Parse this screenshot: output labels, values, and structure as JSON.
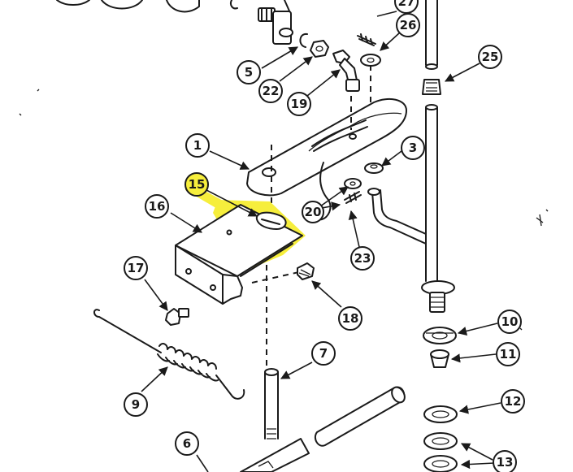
{
  "highlight_color": "#f6ee3c",
  "callouts": {
    "c27": "27",
    "c26": "26",
    "c25": "25",
    "c5": "5",
    "c22": "22",
    "c19": "19",
    "c1": "1",
    "c3": "3",
    "c15": "15",
    "c16": "16",
    "c20": "20",
    "c23": "23",
    "c17": "17",
    "c18": "18",
    "c10": "10",
    "c11": "11",
    "c7": "7",
    "c9": "9",
    "c12": "12",
    "c6": "6",
    "c13": "13"
  }
}
